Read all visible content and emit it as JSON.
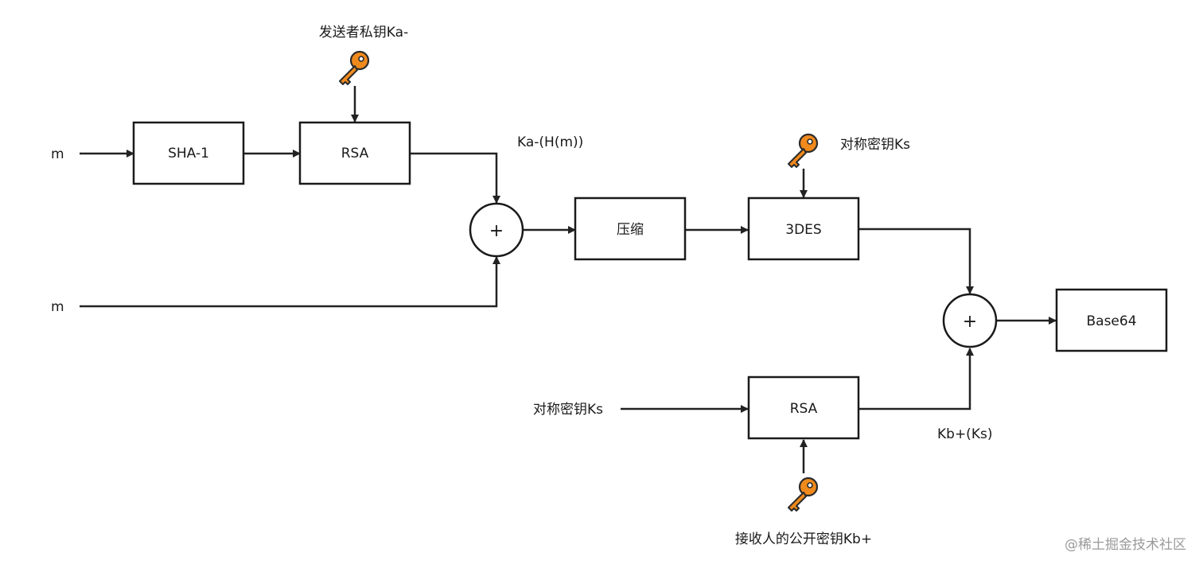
{
  "boxes": {
    "sha1": "SHA-1",
    "rsa_sign": "RSA",
    "compress": "压缩",
    "des3": "3DES",
    "base64": "Base64",
    "rsa_key": "RSA"
  },
  "labels": {
    "input_m_top": "m",
    "input_m_bottom": "m",
    "sender_private_key": "发送者私钥Ka-",
    "signature": "Ka-(H(m))",
    "symmetric_key_top": "对称密钥Ks",
    "symmetric_key_left": "对称密钥Ks",
    "encrypted_key": "Kb+(Ks)",
    "receiver_public_key": "接收人的公开密钥Kb+"
  },
  "operators": {
    "combine_1": "+",
    "combine_2": "+"
  },
  "watermark": "@稀土掘金技术社区",
  "icons": [
    "key-icon",
    "key-icon",
    "key-icon"
  ],
  "colors": {
    "key_orange": "#F08A1C",
    "key_outline": "#2b2b2b",
    "stroke": "#1a1a1a",
    "watermark": "#9a9a9a"
  }
}
